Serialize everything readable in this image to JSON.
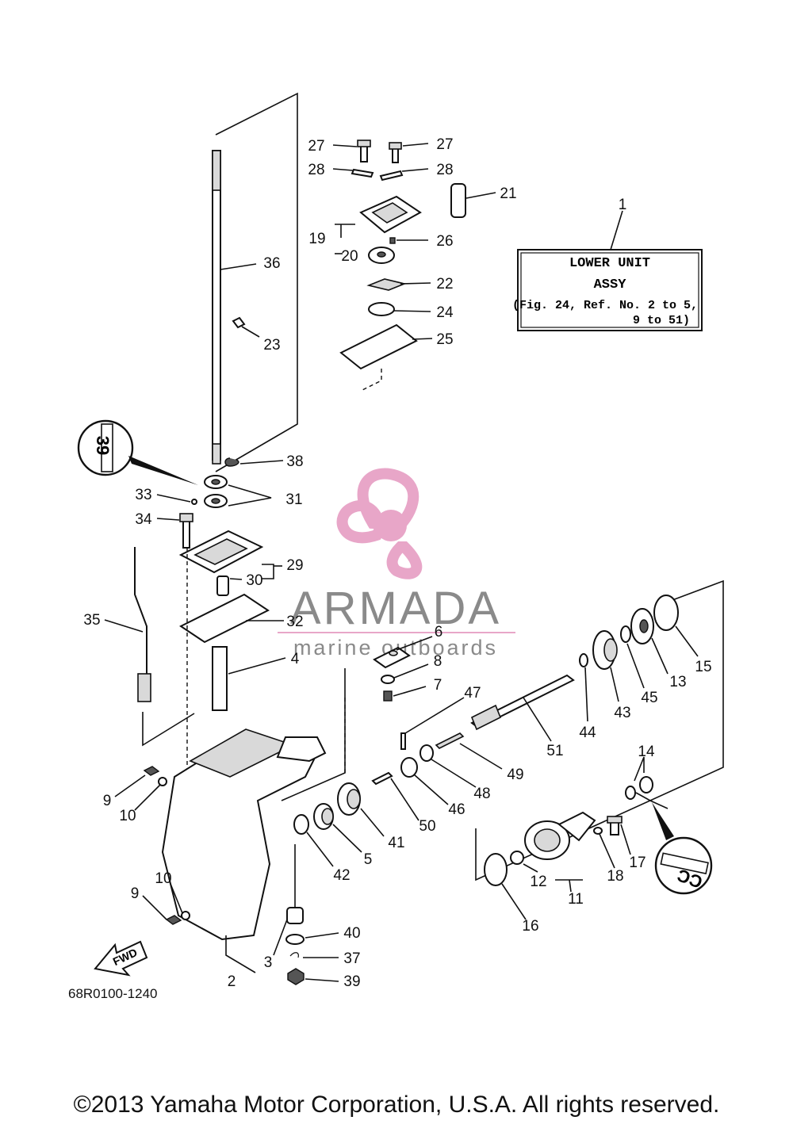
{
  "diagram_code": "68R0100-1240",
  "copyright": "©2013 Yamaha Motor Corporation, U.S.A. All rights reserved.",
  "assy_box": {
    "title": "LOWER UNIT",
    "subtitle": "ASSY",
    "note_line1": "(Fig. 24, Ref. No. 2 to 5,",
    "note_line2": "9 to 51)"
  },
  "watermark": {
    "brand": "ARMADA",
    "tagline": "marine outboards",
    "color": "#e8a6c8"
  },
  "badges": {
    "top_left": "39",
    "bottom_right": "CC"
  },
  "fwd_arrow": "FWD",
  "callouts": {
    "c1": "1",
    "c2": "2",
    "c3": "3",
    "c4": "4",
    "c5": "5",
    "c6": "6",
    "c7": "7",
    "c8": "8",
    "c9a": "9",
    "c9b": "9",
    "c10a": "10",
    "c10b": "10",
    "c11": "11",
    "c12": "12",
    "c13": "13",
    "c14": "14",
    "c15": "15",
    "c16": "16",
    "c17": "17",
    "c18": "18",
    "c19": "19",
    "c20": "20",
    "c21": "21",
    "c22": "22",
    "c23": "23",
    "c24": "24",
    "c25": "25",
    "c26": "26",
    "c27a": "27",
    "c27b": "27",
    "c28a": "28",
    "c28b": "28",
    "c29": "29",
    "c30": "30",
    "c31": "31",
    "c32": "32",
    "c33": "33",
    "c34": "34",
    "c35": "35",
    "c36": "36",
    "c37": "37",
    "c38": "38",
    "c39": "39",
    "c40": "40",
    "c41": "41",
    "c42": "42",
    "c43": "43",
    "c44": "44",
    "c45": "45",
    "c46": "46",
    "c47": "47",
    "c48": "48",
    "c49": "49",
    "c50": "50",
    "c51": "51"
  }
}
